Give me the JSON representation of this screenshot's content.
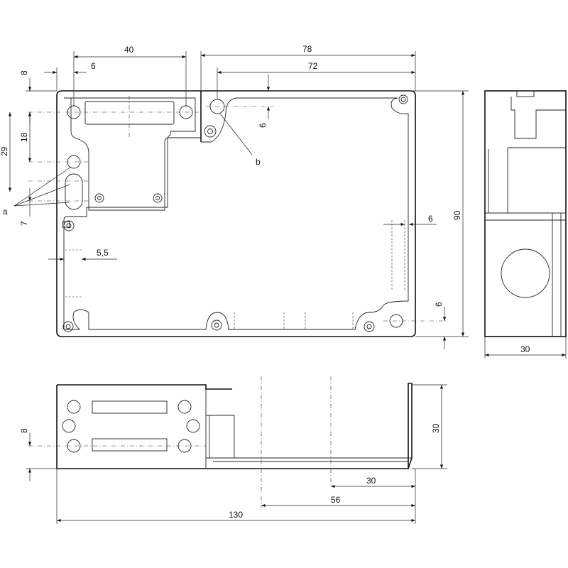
{
  "drawing": {
    "dimensions": {
      "w40": "40",
      "w78": "78",
      "w72": "72",
      "h8_top": "8",
      "w6_top": "6",
      "h18": "18",
      "h29": "29",
      "h6_b": "6",
      "label_b": "b",
      "label_a": "a",
      "h7": "7",
      "w5_5": "5,5",
      "w6_right": "6",
      "h90": "90",
      "h6_bottom": "6",
      "w30_side": "30",
      "h8_front": "8",
      "h30_front": "30",
      "w30_front": "30",
      "w56": "56",
      "w130": "130"
    }
  }
}
